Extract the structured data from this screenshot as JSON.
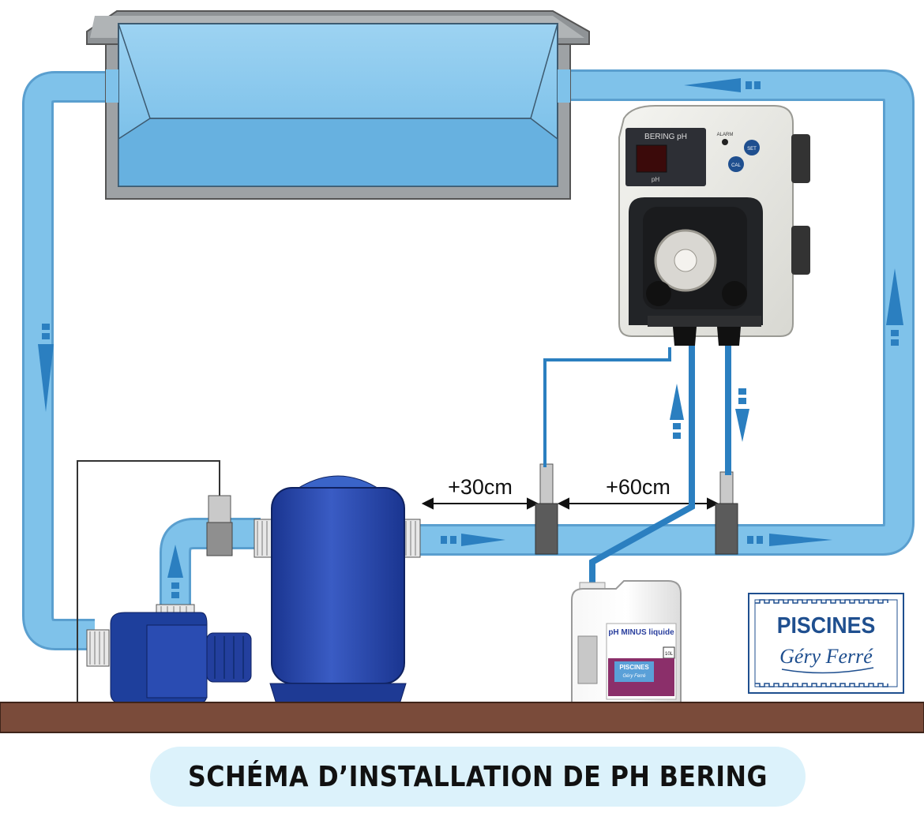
{
  "diagram": {
    "distance_labels": {
      "first": "+30cm",
      "second": "+60cm"
    },
    "controller": {
      "brand_label": "BERING pH",
      "display_label": "pH",
      "alarm_label": "ALARM",
      "button_top_label": "SET",
      "button_bottom_label": "CAL"
    },
    "canister": {
      "product_label": "pH MINUS liquide",
      "volume_label": "10L",
      "brand_label": "PISCINES",
      "brand_sub_label": "Géry Ferré"
    },
    "logo": {
      "line1": "PISCINES",
      "line2": "Géry Ferré"
    }
  },
  "caption": "SCHÉMA D’INSTALLATION DE PH BERING",
  "colors": {
    "pipe_water": "#7fc2ea",
    "pipe_edge": "#5a9fcf",
    "arrow": "#2b7fc0",
    "pump_blue": "#1e3f9c",
    "filter_blue": "#2a47a8",
    "ground": "#7a4b3a",
    "caption_bg": "#dcf2fb"
  }
}
